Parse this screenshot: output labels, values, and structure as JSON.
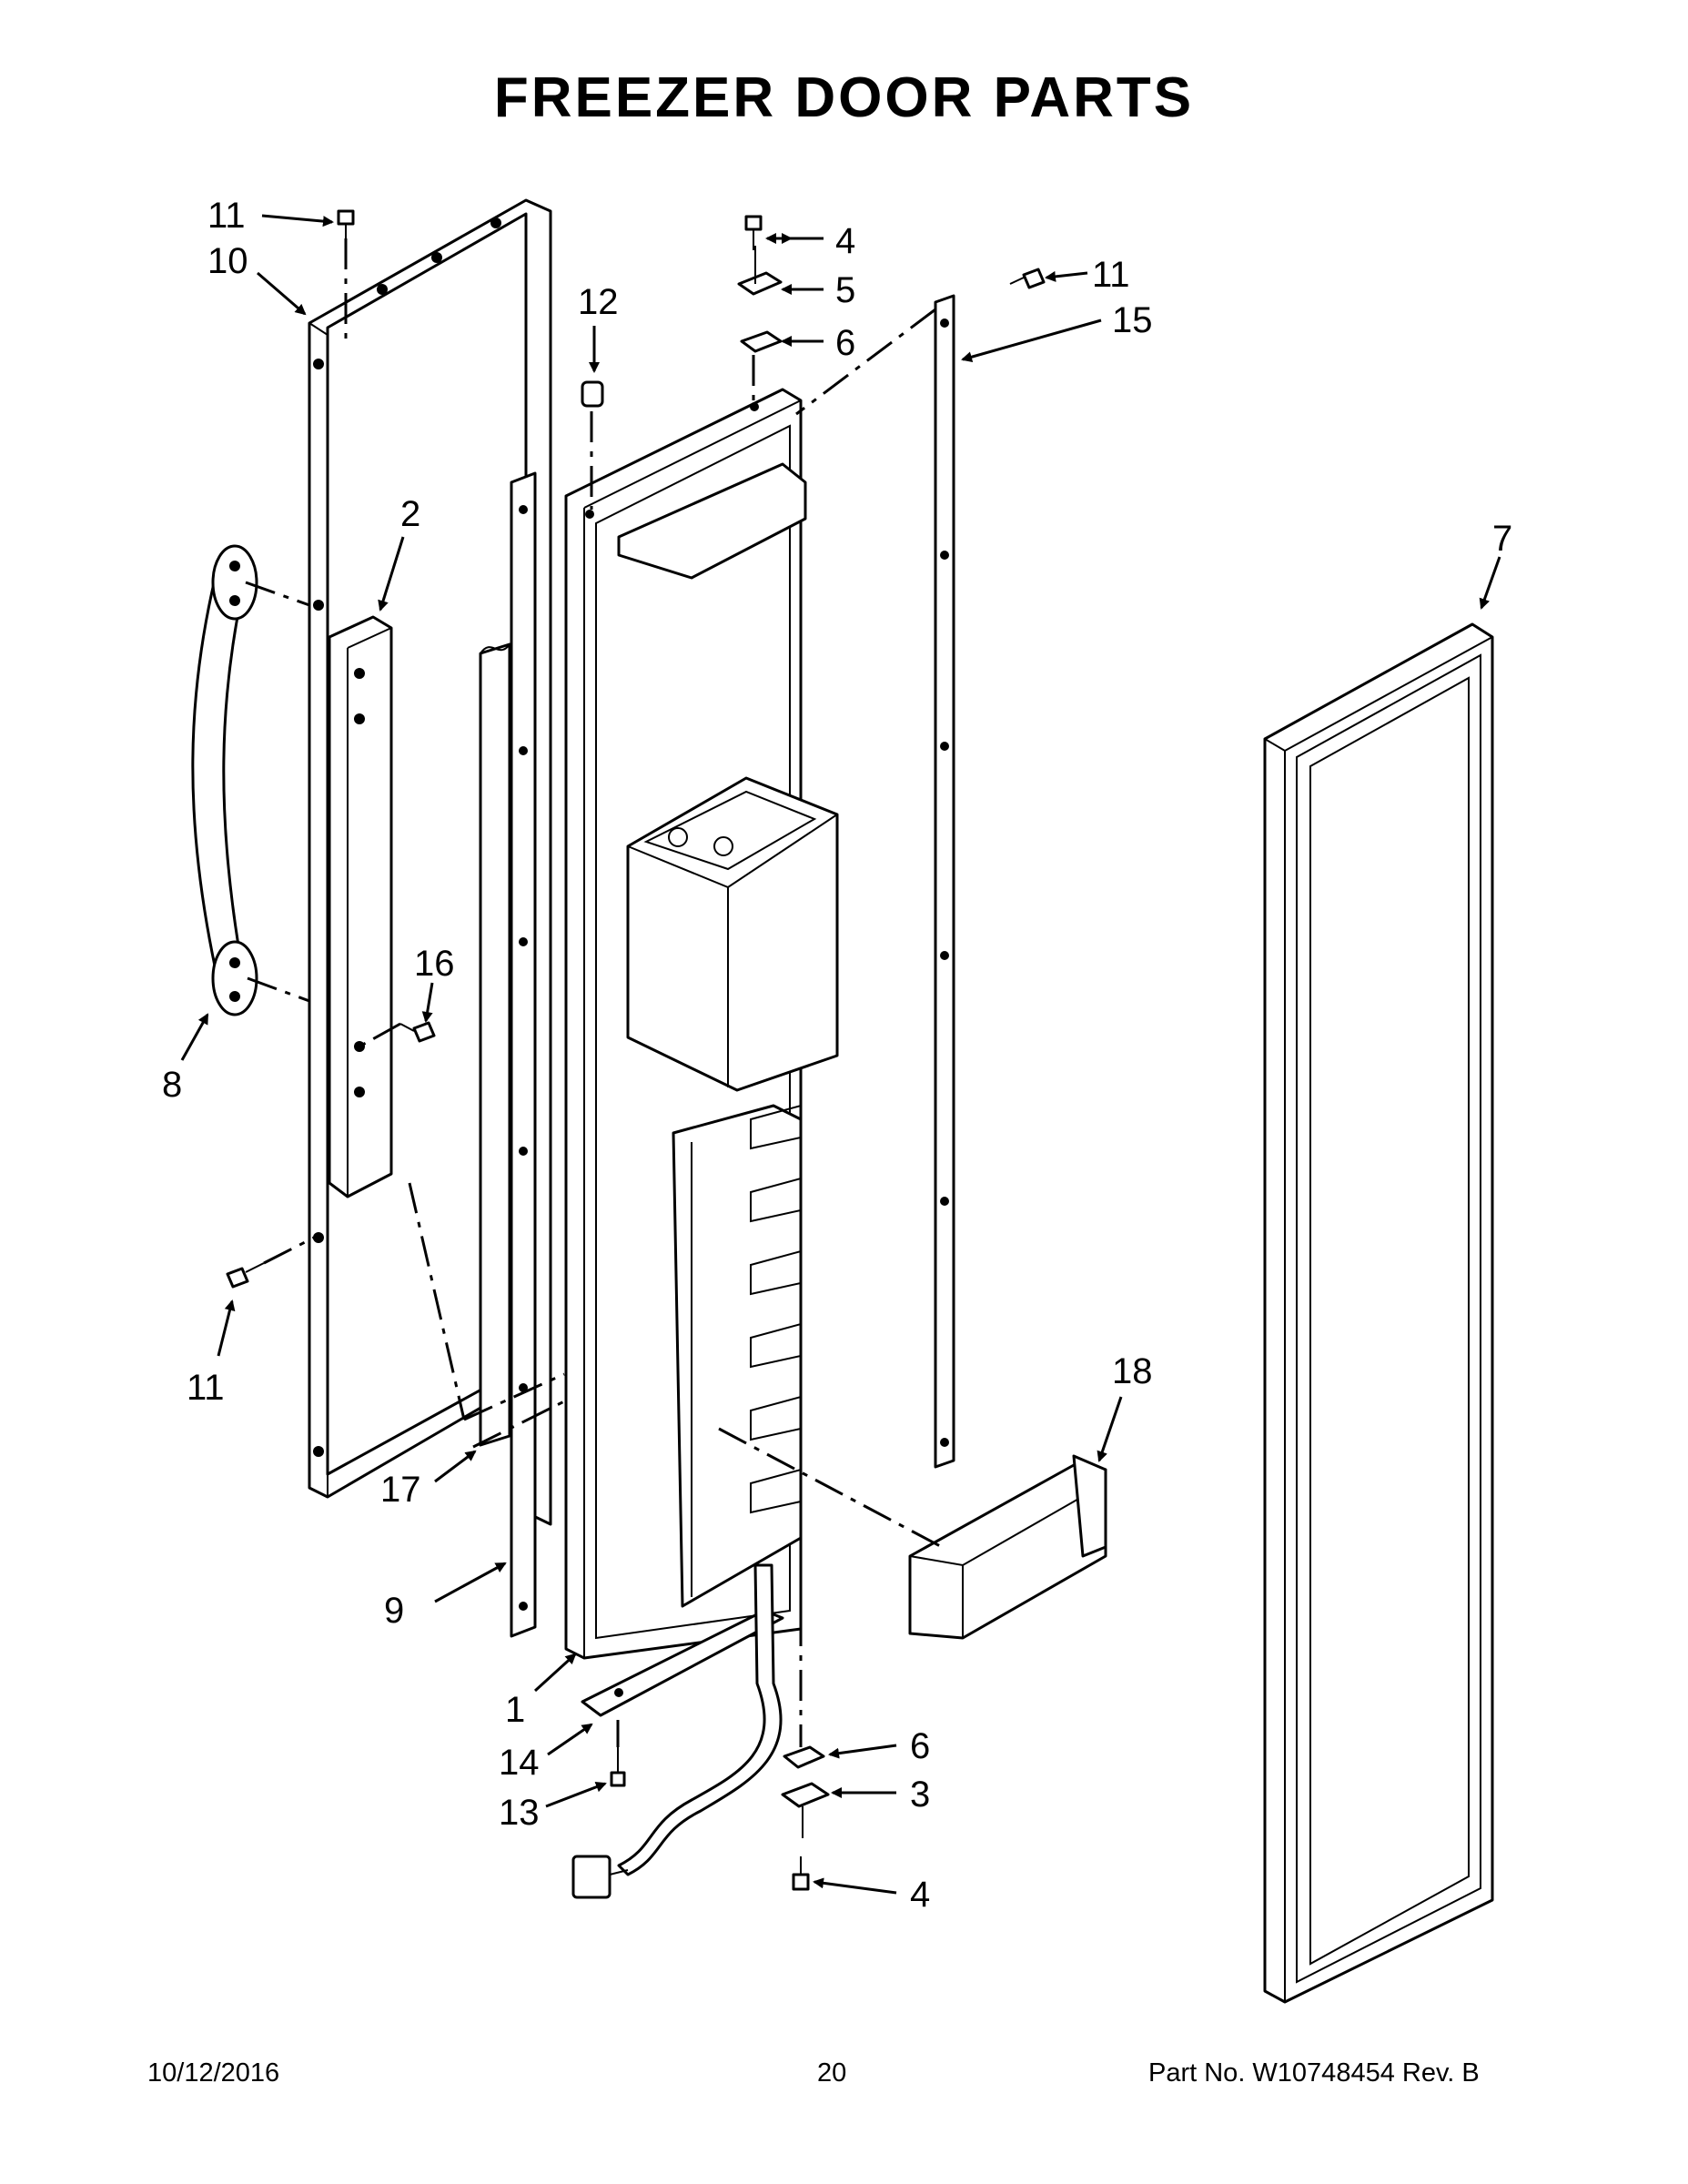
{
  "page": {
    "title": "FREEZER DOOR PARTS",
    "date": "10/12/2016",
    "page_number": "20",
    "part_number": "Part No.  W10748454  Rev.  B"
  },
  "callouts": {
    "c1": "1",
    "c2": "2",
    "c3": "3",
    "c4_top": "4",
    "c4_bottom": "4",
    "c5": "5",
    "c6_top": "6",
    "c6_bottom": "6",
    "c7": "7",
    "c8": "8",
    "c9": "9",
    "c10": "10",
    "c11_topleft": "11",
    "c11_topright": "11",
    "c11_left": "11",
    "c12": "12",
    "c13": "13",
    "c14": "14",
    "c15": "15",
    "c16": "16",
    "c17": "17",
    "c18": "18"
  }
}
